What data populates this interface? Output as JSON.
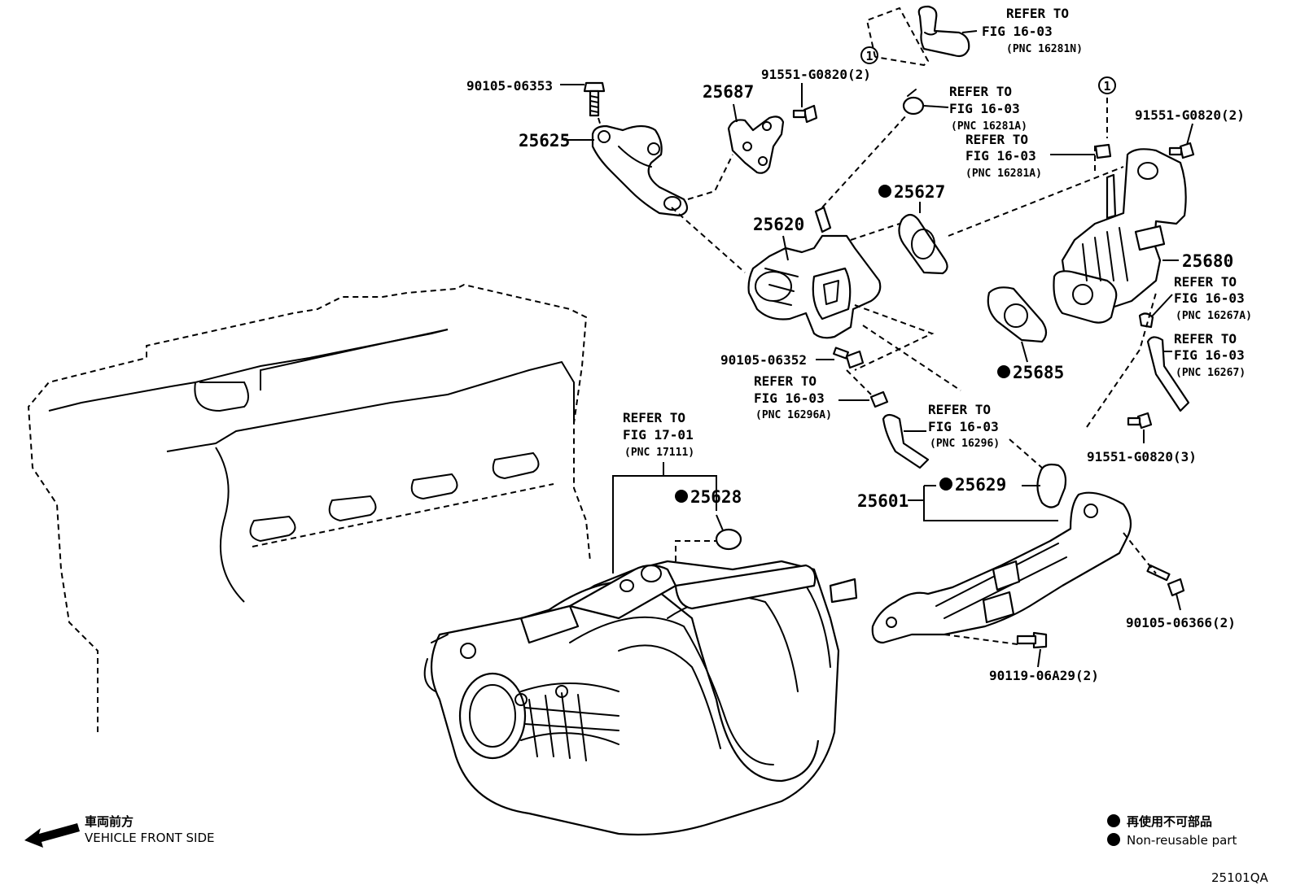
{
  "part_labels": {
    "p90105_06353": "90105-06353",
    "p25625": "25625",
    "p25687": "25687",
    "p91551_g0820_2a": "91551-G0820(2)",
    "p25620": "25620",
    "p25627": "25627",
    "p91551_g0820_2b": "91551-G0820(2)",
    "p25680": "25680",
    "p25685": "25685",
    "p90105_06352": "90105-06352",
    "p91551_g0820_3": "91551-G0820(3)",
    "p25628": "25628",
    "p25629": "25629",
    "p25601": "25601",
    "p90105_06366_2": "90105-06366(2)",
    "p90119_06a29_2": "90119-06A29(2)"
  },
  "references": {
    "r1": {
      "line1": "REFER TO",
      "line2": "FIG 16-03",
      "pnc": "(PNC 16281N)"
    },
    "r2": {
      "line1": "REFER TO",
      "line2": "FIG 16-03",
      "pnc": "(PNC 16281A)"
    },
    "r3": {
      "line1": "REFER TO",
      "line2": "FIG 16-03",
      "pnc": "(PNC 16281A)"
    },
    "r4": {
      "line1": "REFER TO",
      "line2": "FIG 16-03",
      "pnc": "(PNC 16267A)"
    },
    "r5": {
      "line1": "REFER TO",
      "line2": "FIG 16-03",
      "pnc": "(PNC 16267)"
    },
    "r6": {
      "line1": "REFER TO",
      "line2": "FIG 16-03",
      "pnc": "(PNC 16296A)"
    },
    "r7": {
      "line1": "REFER TO",
      "line2": "FIG 16-03",
      "pnc": "(PNC 16296)"
    },
    "r8": {
      "line1": "REFER TO",
      "line2": "FIG 17-01",
      "pnc": "(PNC 17111)"
    }
  },
  "callout_marker": "1",
  "direction": {
    "japanese": "車両前方",
    "english": "VEHICLE FRONT SIDE"
  },
  "legend": {
    "japanese": "再使用不可部品",
    "english": "Non-reusable part"
  },
  "figure_code": "25101QA"
}
